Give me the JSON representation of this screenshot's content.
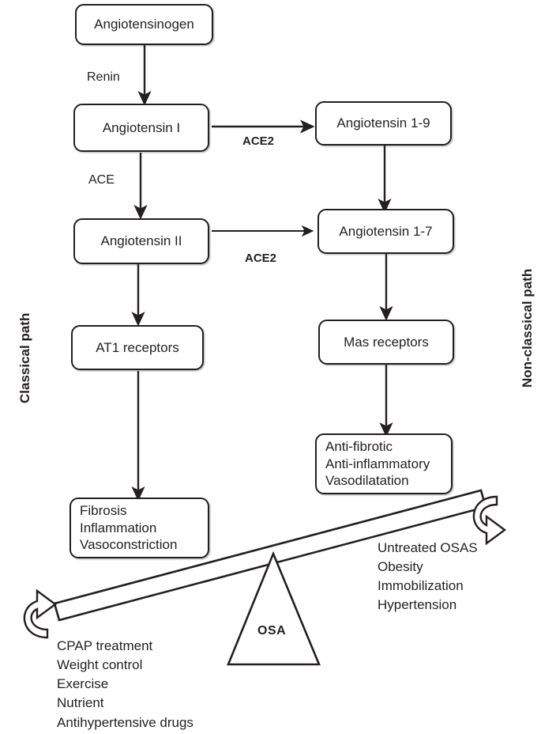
{
  "figure": {
    "title": "Renin-angiotensin system pathway and OSA balance diagram",
    "stroke_color": "#231f20",
    "background_color": "#ffffff"
  },
  "side_labels": {
    "left": "Classical path",
    "right": "Non-classical path"
  },
  "nodes": {
    "angiotensinogen": {
      "label": "Angiotensinogen"
    },
    "angiotensin_i": {
      "label": "Angiotensin I"
    },
    "angiotensin_ii": {
      "label": "Angiotensin II"
    },
    "at1_receptors": {
      "label": "AT1 receptors"
    },
    "angiotensin_1_9": {
      "label": "Angiotensin 1-9"
    },
    "angiotensin_1_7": {
      "label": "Angiotensin 1-7"
    },
    "mas_receptors": {
      "label": "Mas receptors"
    },
    "classical_effects": {
      "lines": [
        "Fibrosis",
        "Inflammation",
        "Vasoconstriction"
      ]
    },
    "nonclassical_effects": {
      "lines": [
        "Anti-fibrotic",
        "Anti-inflammatory",
        "Vasodilatation"
      ]
    }
  },
  "edge_labels": {
    "renin": "Renin",
    "ace": "ACE",
    "ace2_upper": "ACE2",
    "ace2_lower": "ACE2"
  },
  "balance": {
    "fulcrum_label": "OSA",
    "left_list": [
      "CPAP treatment",
      "Weight control",
      "Exercise",
      "Nutrient",
      "Antihypertensive drugs"
    ],
    "right_list": [
      "Untreated OSAS",
      "Obesity",
      "Immobilization",
      "Hypertension"
    ]
  }
}
